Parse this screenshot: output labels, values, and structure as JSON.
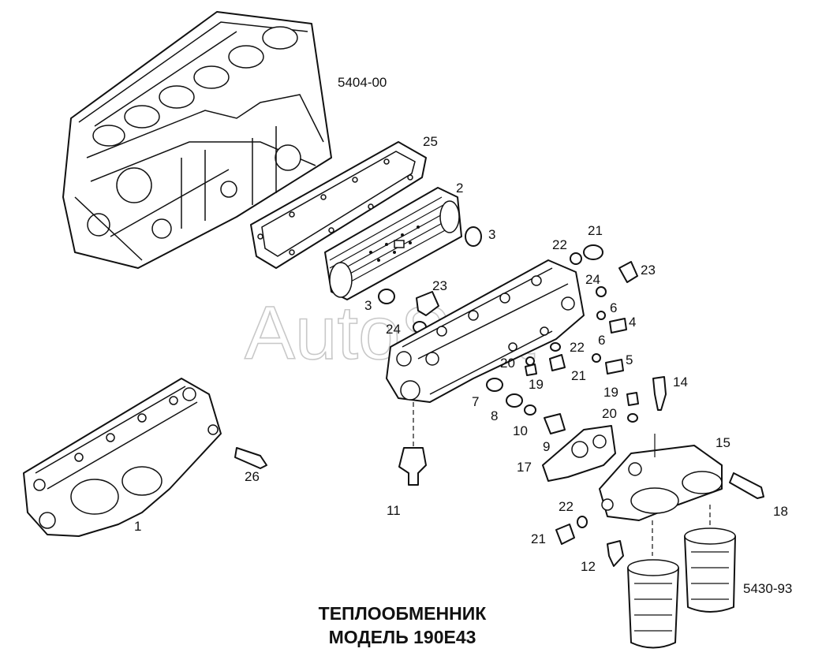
{
  "title_line1": "ТЕПЛООБМЕННИК",
  "title_line2": "МОДЕЛЬ 190Е43",
  "ref_codes": {
    "block": "5404-00",
    "filter": "5430-93"
  },
  "watermark": "AutoSoft",
  "callouts": {
    "c1": "1",
    "c2": "2",
    "c3a": "3",
    "c3b": "3",
    "c4": "4",
    "c5": "5",
    "c6a": "6",
    "c6b": "6",
    "c7": "7",
    "c8": "8",
    "c9": "9",
    "c10": "10",
    "c11": "11",
    "c12": "12",
    "c14": "14",
    "c15": "15",
    "c17": "17",
    "c18": "18",
    "c19a": "19",
    "c19b": "19",
    "c20a": "20",
    "c20b": "20",
    "c21a": "21",
    "c21b": "21",
    "c21c": "21",
    "c22a": "22",
    "c22b": "22",
    "c22c": "22",
    "c23a": "23",
    "c23b": "23",
    "c24a": "24",
    "c24b": "24",
    "c25": "25",
    "c26": "26"
  }
}
